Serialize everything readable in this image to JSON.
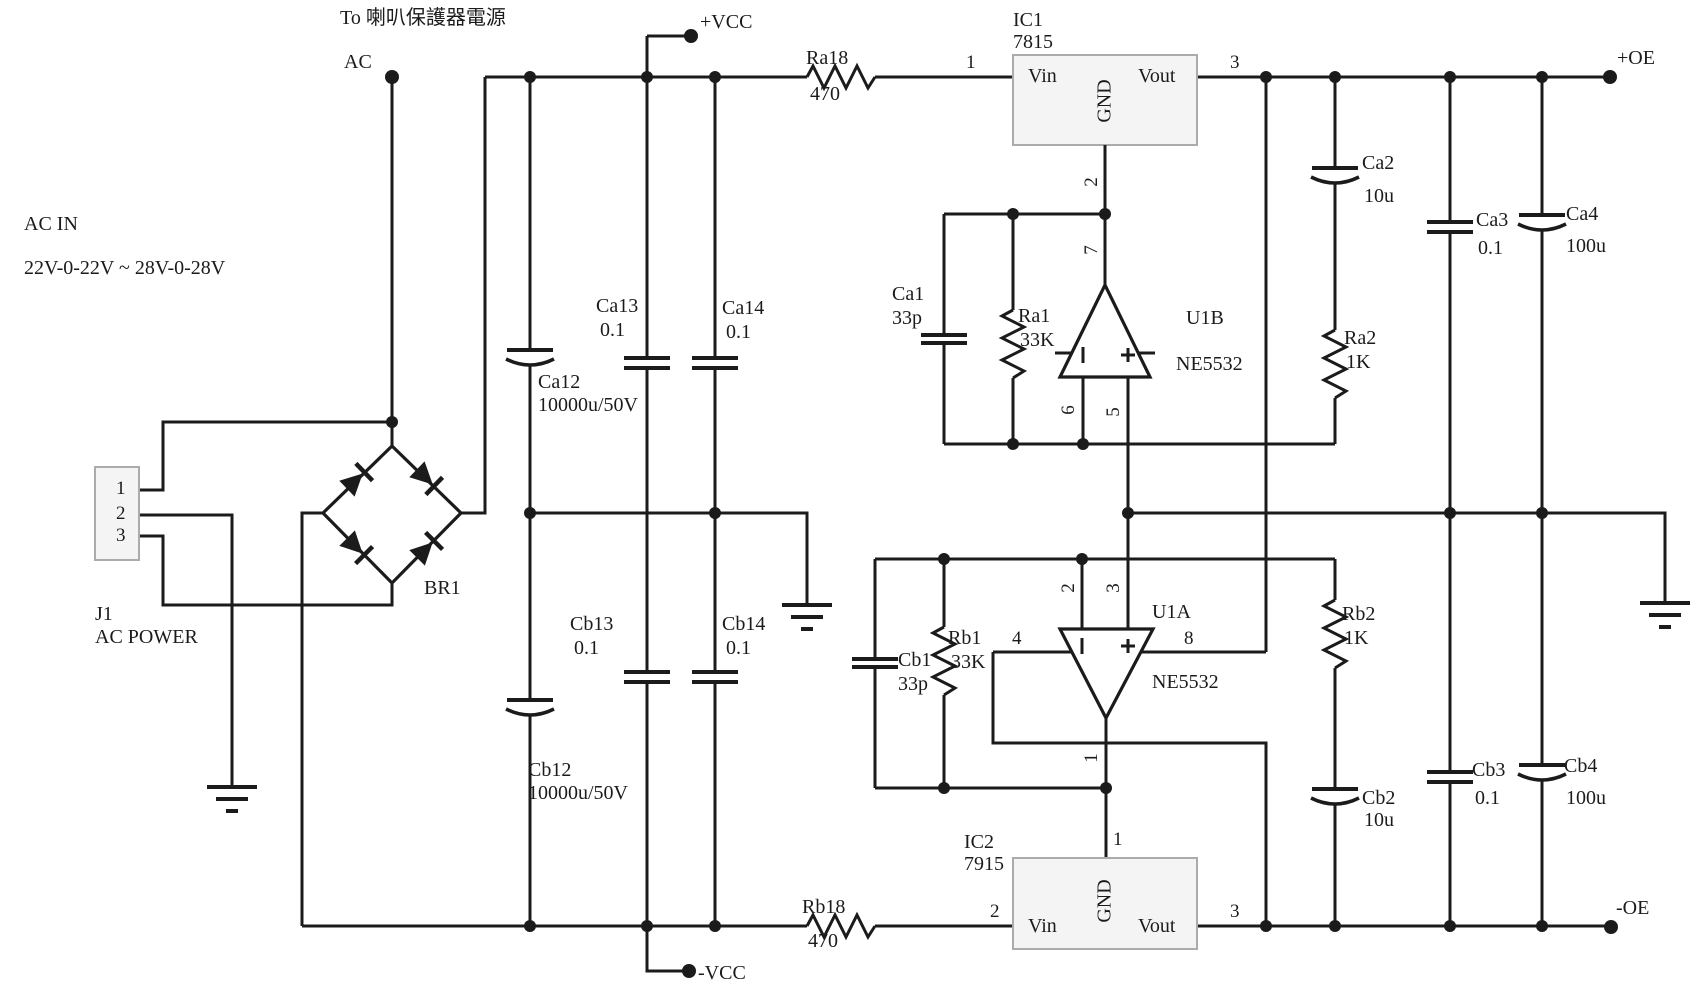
{
  "title": "To 喇叭保護器電源",
  "notes": {
    "ac_in": "AC IN",
    "range": "22V-0-22V  ~ 28V-0-28V"
  },
  "terminals": {
    "ac": "AC",
    "vcc_pos": "+VCC",
    "vcc_neg": "-VCC",
    "oe_pos": "+OE",
    "oe_neg": "-OE"
  },
  "connector": {
    "ref": "J1",
    "name": "AC POWER",
    "pin1": "1",
    "pin2": "2",
    "pin3": "3"
  },
  "bridge": {
    "ref": "BR1"
  },
  "ic1": {
    "ref": "IC1",
    "part": "7815",
    "vin": "Vin",
    "gnd": "GND",
    "vout": "Vout",
    "pin_in": "1",
    "pin_gnd": "2",
    "pin_out": "3"
  },
  "ic2": {
    "ref": "IC2",
    "part": "7915",
    "vin": "Vin",
    "gnd": "GND",
    "vout": "Vout",
    "pin_in": "2",
    "pin_gnd": "1",
    "pin_out": "3"
  },
  "u1b": {
    "ref": "U1B",
    "part": "NE5532",
    "pin_out": "7",
    "pin_inv": "6",
    "pin_nin": "5"
  },
  "u1a": {
    "ref": "U1A",
    "part": "NE5532",
    "pin_out": "1",
    "pin_inv": "2",
    "pin_nin": "3",
    "pin_vneg": "4",
    "pin_vpos": "8"
  },
  "resistors": {
    "ra18": "Ra18",
    "ra18_v": "470",
    "rb18": "Rb18",
    "rb18_v": "470",
    "ra1": "Ra1",
    "ra1_v": "33K",
    "rb1": "Rb1",
    "rb1_v": "33K",
    "ra2": "Ra2",
    "ra2_v": "1K",
    "rb2": "Rb2",
    "rb2_v": "1K"
  },
  "capacitors": {
    "ca12": "Ca12",
    "ca12_v": "10000u/50V",
    "cb12": "Cb12",
    "cb12_v": "10000u/50V",
    "ca13": "Ca13",
    "ca13_v": "0.1",
    "ca14": "Ca14",
    "ca14_v": "0.1",
    "cb13": "Cb13",
    "cb13_v": "0.1",
    "cb14": "Cb14",
    "cb14_v": "0.1",
    "ca1": "Ca1",
    "ca1_v": "33p",
    "cb1": "Cb1",
    "cb1_v": "33p",
    "ca2": "Ca2",
    "ca2_v": "10u",
    "cb2": "Cb2",
    "cb2_v": "10u",
    "ca3": "Ca3",
    "ca3_v": "0.1",
    "cb3": "Cb3",
    "cb3_v": "0.1",
    "ca4": "Ca4",
    "ca4_v": "100u",
    "cb4": "Cb4",
    "cb4_v": "100u"
  }
}
